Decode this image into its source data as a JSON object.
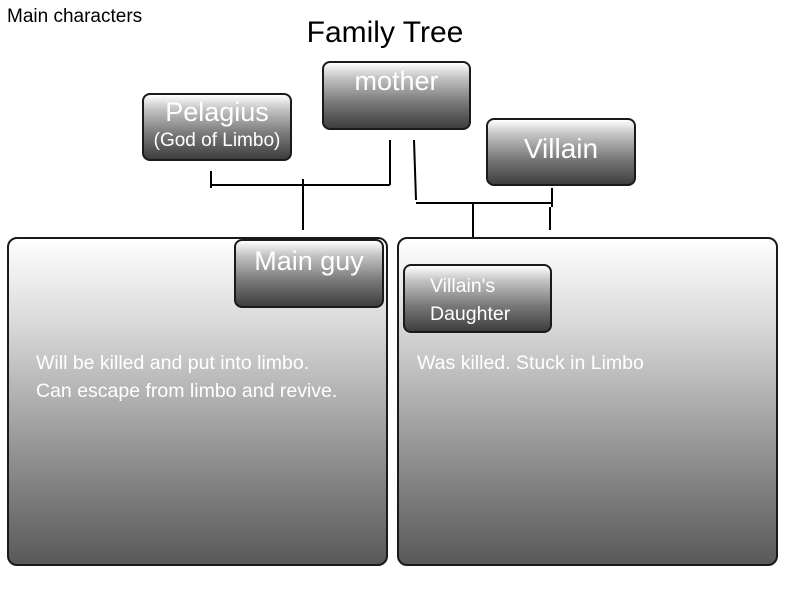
{
  "header_label": "Main characters",
  "title": "Family Tree",
  "nodes": {
    "pelagius": {
      "name": "Pelagius",
      "subtitle": "(God of Limbo)"
    },
    "mother": {
      "name": "mother"
    },
    "villain": {
      "name": "Villain"
    },
    "main_guy": {
      "name": "Main guy"
    },
    "villains_daughter": {
      "line1": "Villain's",
      "line2": "Daughter"
    }
  },
  "panels": {
    "main_guy": {
      "line1": "Will be killed and put into limbo.",
      "line2": "Can escape from limbo and revive."
    },
    "villains_daughter": {
      "line1": "Was killed. Stuck in Limbo"
    }
  }
}
